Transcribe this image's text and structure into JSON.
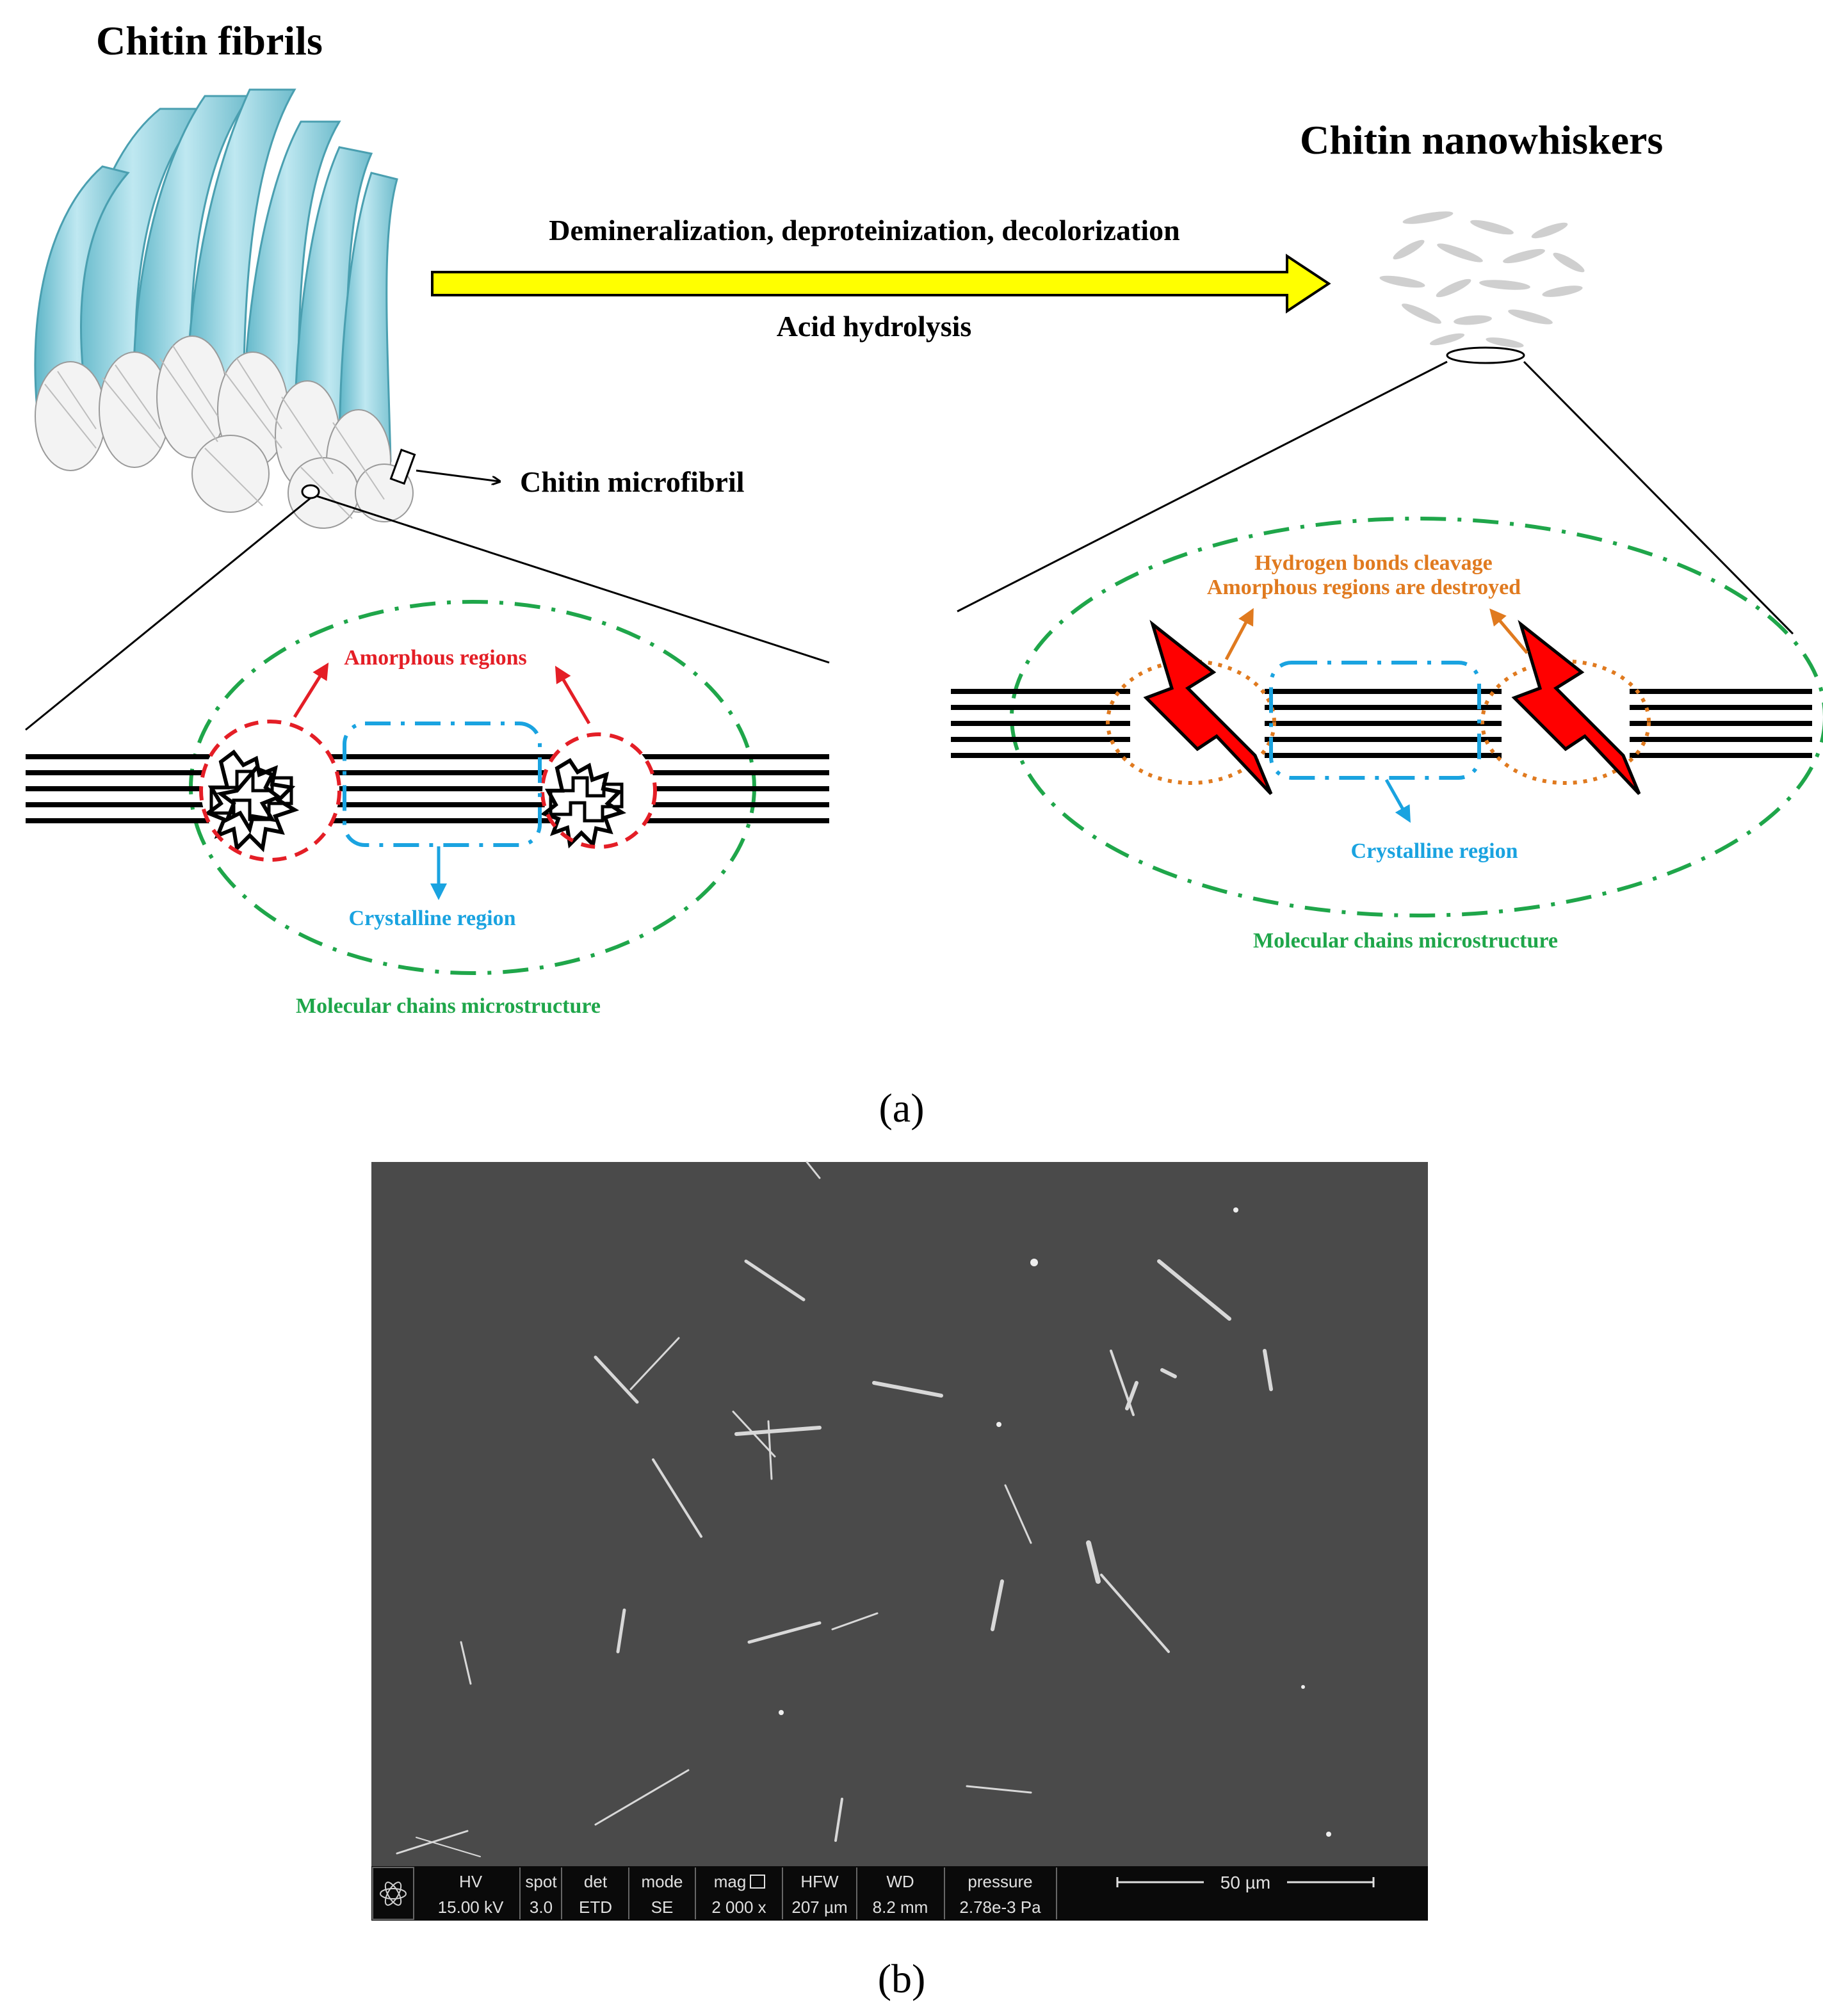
{
  "panel_a": {
    "fibrils_title": "Chitin fibrils",
    "nanowhiskers_title": "Chitin nanowhiskers",
    "process_top": "Demineralization, deproteinization,  decolorization",
    "process_bottom": "Acid hydrolysis",
    "microfibril_label": "Chitin microfibril",
    "left_amorphous": "Amorphous regions",
    "left_crystalline": "Crystalline  region",
    "left_microstructure": "Molecular chains microstructure",
    "right_cleavage_1": "Hydrogen bonds cleavage",
    "right_cleavage_2": "Amorphous regions are destroyed",
    "right_crystalline": "Crystalline  region",
    "right_microstructure": "Molecular chains microstructure",
    "caption": "(a)"
  },
  "panel_b": {
    "caption": "(b)",
    "infobar": {
      "cols": [
        {
          "h": "HV",
          "v": "15.00 kV"
        },
        {
          "h": "spot",
          "v": "3.0"
        },
        {
          "h": "det",
          "v": "ETD"
        },
        {
          "h": "mode",
          "v": "SE"
        },
        {
          "h": "mag",
          "v": "2 000 x"
        },
        {
          "h": "HFW",
          "v": "207 µm"
        },
        {
          "h": "WD",
          "v": "8.2 mm"
        },
        {
          "h": "pressure",
          "v": "2.78e-3 Pa"
        }
      ],
      "scale_label": "50 µm"
    }
  },
  "colors": {
    "fibril": "#8ccfdc",
    "arrow_yellow": "#ffff00",
    "amorphous_red": "#e41e26",
    "crystalline_blue": "#1aa3e0",
    "envelope_green": "#1fa64a",
    "cleavage_orange": "#e07a1f",
    "sem_bg": "#4a4a4a"
  }
}
